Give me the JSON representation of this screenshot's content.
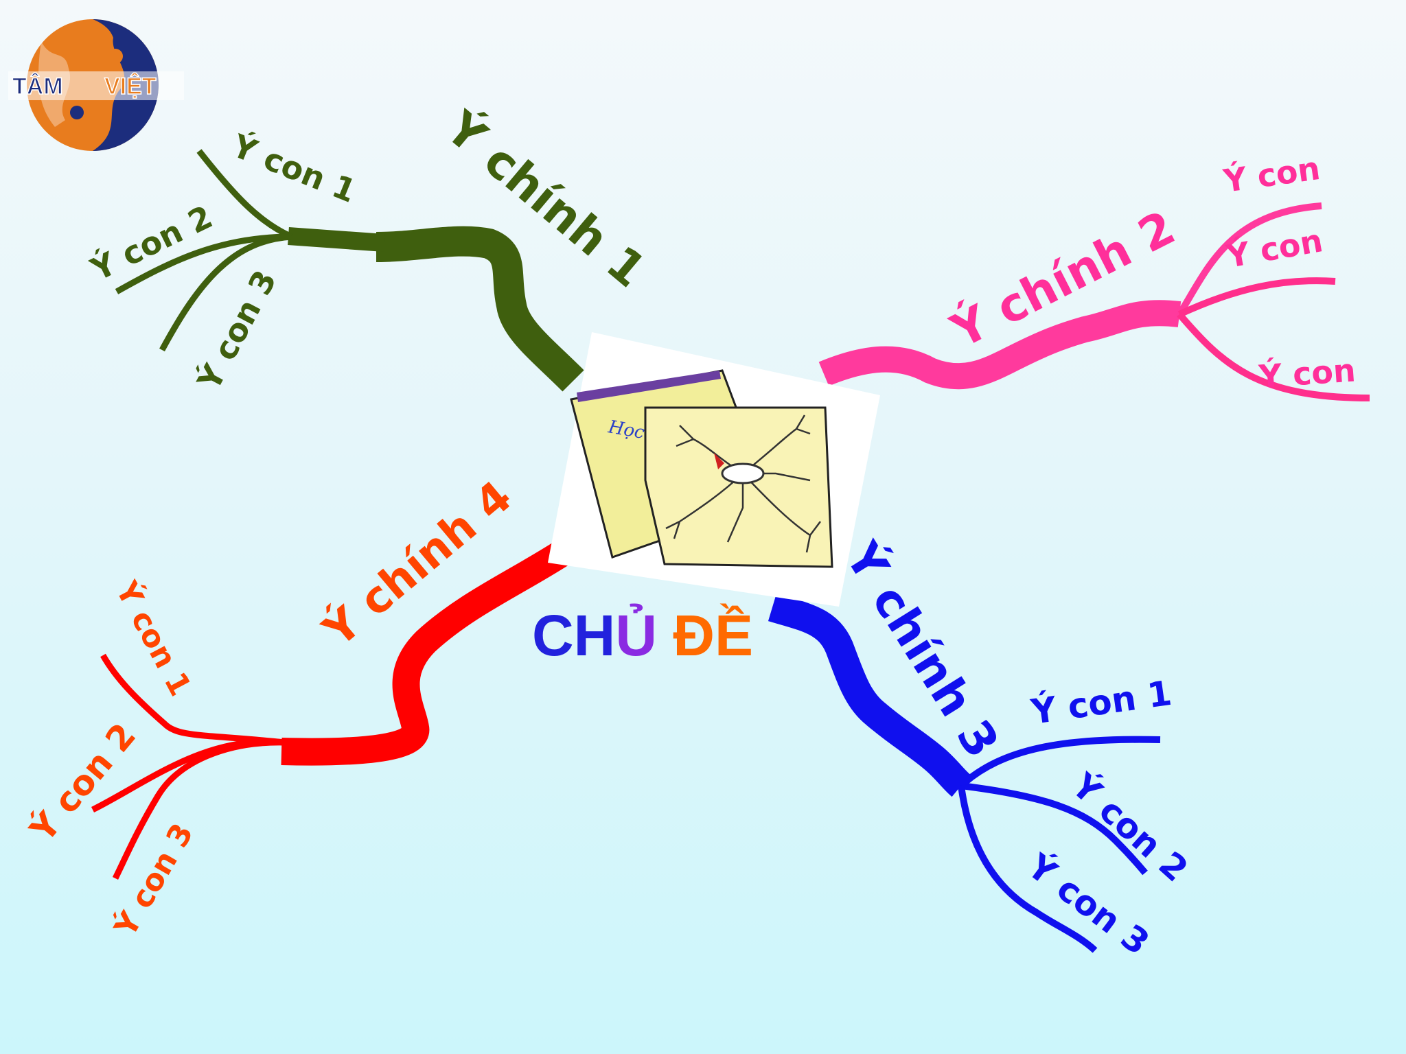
{
  "logo": {
    "word1": "TÂM",
    "word2": "VIỆT"
  },
  "center": {
    "title_part1": "CH",
    "title_part2": "Ủ",
    "title_part3": " ĐỀ",
    "note_scribble": "Học ?",
    "node_label": "",
    "colors": {
      "part1": "#2222dd",
      "part2": "#8a2be2",
      "part3": "#ff6a00"
    }
  },
  "branches": [
    {
      "id": "b1",
      "color": "#3f5f0e",
      "main_label": "Ý chính 1",
      "subs": [
        "Ý con 1",
        "Ý con 2",
        "Ý con 3"
      ]
    },
    {
      "id": "b2",
      "color": "#ff2f9a",
      "main_label": "Ý chính 2",
      "subs": [
        "Ý con",
        "Ý con",
        "Ý con"
      ]
    },
    {
      "id": "b3",
      "color": "#1010ee",
      "main_label": "Ý chính 3",
      "subs": [
        "Ý con 1",
        "Ý con 2",
        "Ý con 3"
      ]
    },
    {
      "id": "b4",
      "color": "#ff0000",
      "label_color": "#ff4500",
      "main_label": "Ý chính 4",
      "subs": [
        "Ý con 1",
        "Ý con 2",
        "Ý con 3"
      ]
    }
  ]
}
